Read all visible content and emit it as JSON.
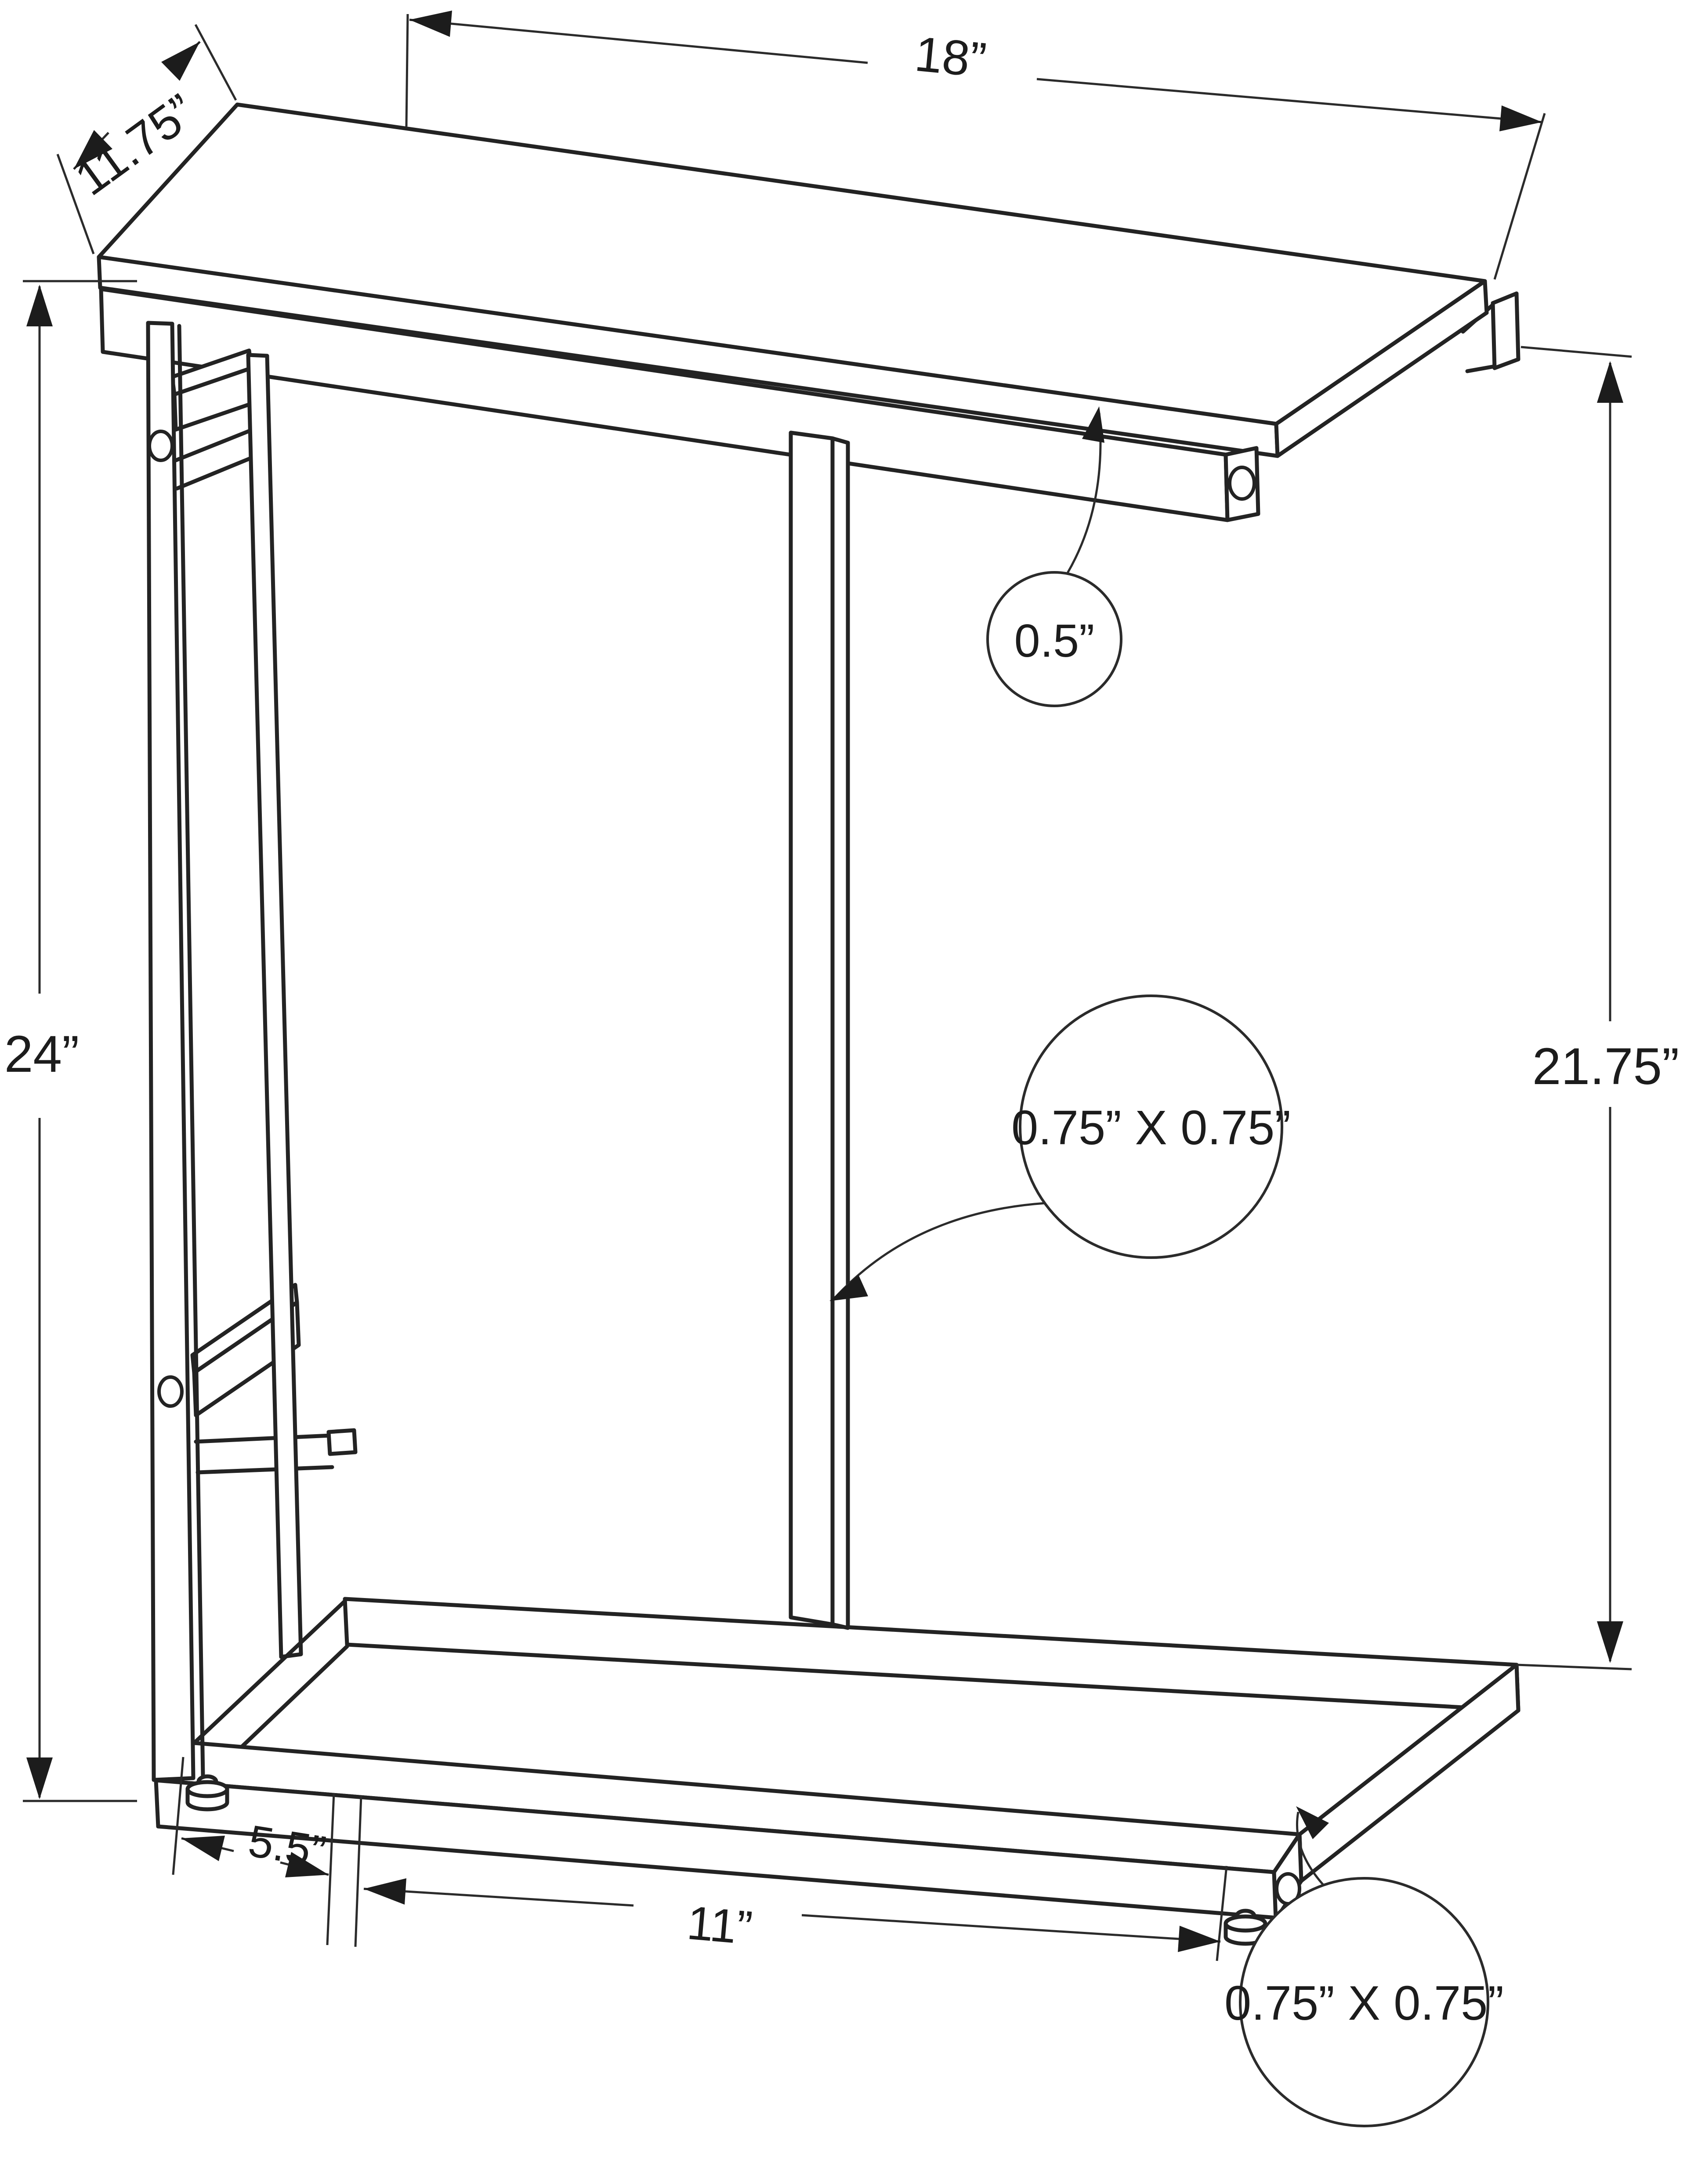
{
  "drawing": {
    "type": "furniture-dimension-diagram",
    "subject": "c-shaped-accent-side-table",
    "background_color": "#ffffff",
    "line_color": "#232323",
    "annotations": {
      "top_width": {
        "label": "18”"
      },
      "top_depth": {
        "label": "11.75”"
      },
      "overall_height": {
        "label": "24”"
      },
      "top_thickness": {
        "label": "0.5”"
      },
      "frame_tube_size": {
        "label": "0.75” X 0.75”"
      },
      "clearance_height": {
        "label": "21.75”"
      },
      "base_left_offset": {
        "label": "5.5”"
      },
      "base_opening_width": {
        "label": "11”"
      },
      "base_tube_size": {
        "label": "0.75” X 0.75”"
      }
    }
  }
}
